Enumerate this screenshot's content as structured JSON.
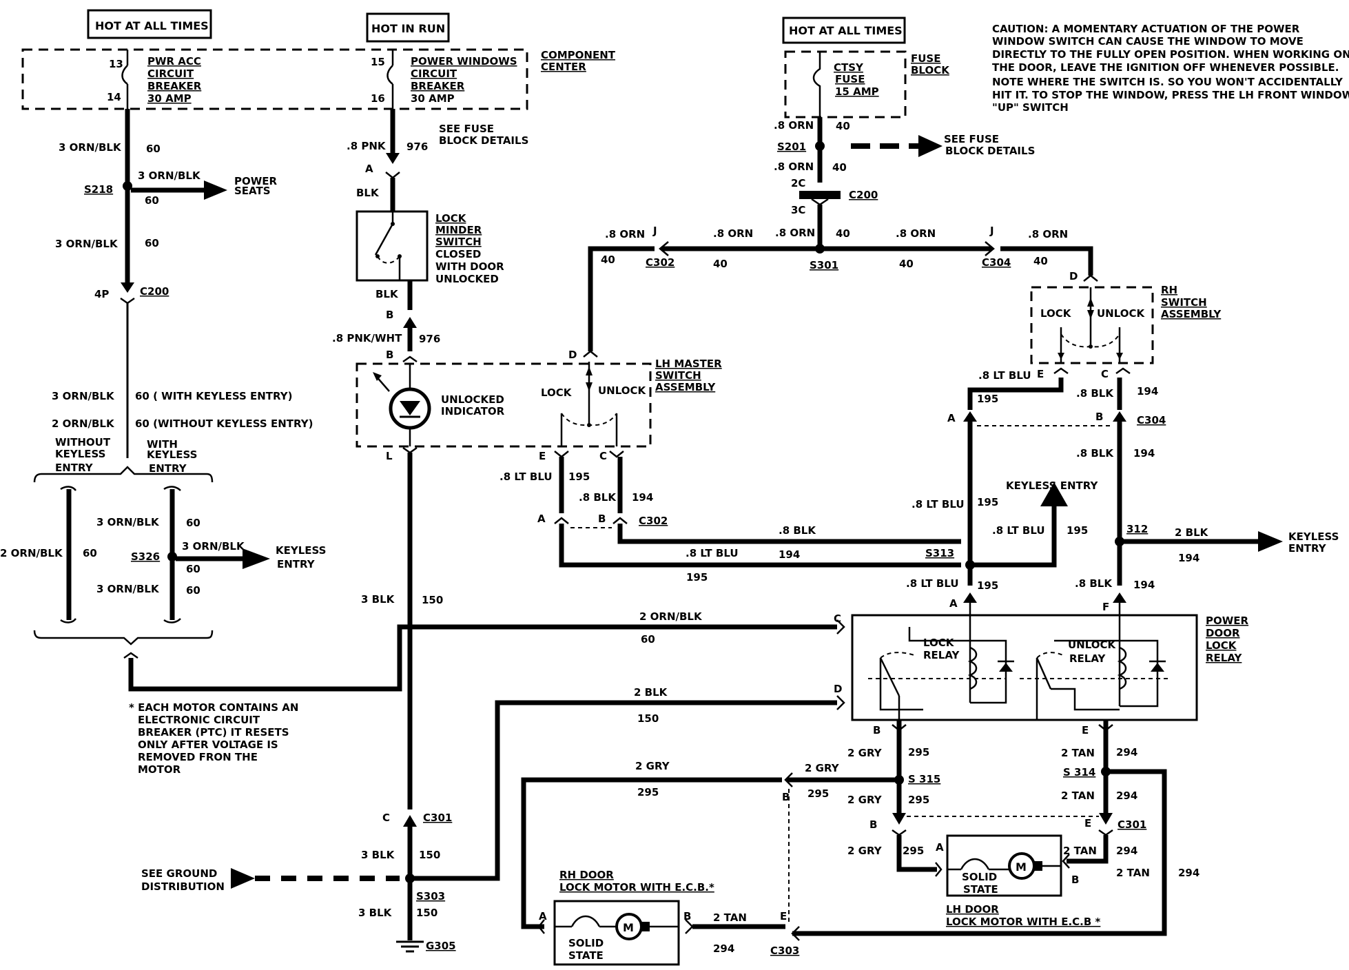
{
  "headers": {
    "hot_all_left": "HOT AT ALL TIMES",
    "hot_run": "HOT IN RUN",
    "hot_all_right": "HOT AT ALL TIMES"
  },
  "caution": [
    "CAUTION:  A MOMENTARY ACTUATION OF THE POWER",
    "WINDOW SWITCH CAN CAUSE THE WINDOW TO MOVE",
    "DIRECTLY TO THE FULLY OPEN POSITION. WHEN WORKING ON",
    "THE DOOR, LEAVE THE IGNITION OFF WHENEVER POSSIBLE.",
    "NOTE WHERE THE SWITCH IS. SO YOU WON'T ACCIDENTALLY",
    "HIT IT. TO STOP THE WINDOW, PRESS THE LH FRONT WINDOW",
    "\"UP\" SWITCH"
  ],
  "note": [
    "* EACH MOTOR CONTAINS AN",
    "ELECTRONIC CIRCUIT",
    "BREAKER (PTC) IT RESETS",
    "ONLY AFTER VOLTAGE IS",
    "REMOVED FRON THE",
    "MOTOR"
  ],
  "components": {
    "component_center": [
      "COMPONENT",
      "CENTER"
    ],
    "pwr_acc_breaker": [
      "PWR ACC",
      "CIRCUIT",
      "BREAKER",
      "30 AMP"
    ],
    "power_windows_breaker": [
      "POWER WINDOWS",
      "CIRCUIT",
      "BREAKER",
      "30 AMP"
    ],
    "fuse_block": [
      "FUSE",
      "BLOCK"
    ],
    "ctsy_fuse": [
      "CTSY",
      "FUSE",
      "15 AMP"
    ],
    "lock_minder": [
      "LOCK",
      "MINDER",
      "SWITCH",
      "CLOSED",
      "WITH DOOR",
      "UNLOCKED"
    ],
    "unlocked_indicator": [
      "UNLOCKED",
      "INDICATOR"
    ],
    "lh_master": [
      "LH MASTER",
      "SWITCH",
      "ASSEMBLY"
    ],
    "rh_switch": [
      "RH",
      "SWITCH",
      "ASSEMBLY"
    ],
    "power_door_lock_relay": [
      "POWER",
      "DOOR",
      "LOCK",
      "RELAY"
    ],
    "lock_relay": [
      "LOCK",
      "RELAY"
    ],
    "unlock_relay": [
      "UNLOCK",
      "RELAY"
    ],
    "rh_door_motor": [
      "RH DOOR",
      "LOCK MOTOR WITH E.C.B.*"
    ],
    "lh_door_motor": [
      "LH DOOR",
      "LOCK MOTOR WITH E.C.B *"
    ],
    "solid_state": [
      "SOLID",
      "STATE"
    ],
    "motor_symbol": "M",
    "lock": "LOCK",
    "unlock": "UNLOCK"
  },
  "destinations": {
    "power_seats": [
      "POWER",
      "SEATS"
    ],
    "see_fuse_left": [
      "SEE FUSE",
      "BLOCK DETAILS"
    ],
    "see_fuse_right": [
      "SEE FUSE",
      "BLOCK DETAILS"
    ],
    "keyless_entry": [
      "KEYLESS",
      "ENTRY"
    ],
    "keyless_entry_up": "KEYLESS ENTRY",
    "keyless_entry_right": [
      "KEYLESS",
      "ENTRY"
    ],
    "see_ground": [
      "SEE GROUND",
      "DISTRIBUTION"
    ],
    "without_keyless": [
      "WITHOUT",
      "KEYLESS",
      "ENTRY"
    ],
    "with_keyless": [
      "WITH",
      "KEYLESS",
      "ENTRY"
    ]
  },
  "connectors": {
    "c200": "C200",
    "c301": "C301",
    "c302": "C302",
    "c303": "C303",
    "c304": "C304",
    "s218": "S218",
    "s201": "S201",
    "s301": "S301",
    "s313": "S313",
    "s312": "312",
    "s314": "S 314",
    "s315": "S 315",
    "s326": "S326",
    "s303": "S303",
    "g305": "G305"
  },
  "labels": {
    "orn_blk_3": "3 ORN/BLK",
    "orn_blk_2": "2 ORN/BLK",
    "n60": "60",
    "w60_keyless": "60 ( WITH KEYLESS ENTRY)",
    "w60_nokeyless": "60 (WITHOUT KEYLESS ENTRY)",
    "pnk": ".8 PNK",
    "n976": "976",
    "blk": "BLK",
    "pnk_wht": ".8 PNK/WHT",
    "orn": ".8 ORN",
    "n40": "40",
    "lt_blu": ".8 LT BLU",
    "n195": "195",
    "blk8": ".8 BLK",
    "n194": "194",
    "blk2": "2 BLK",
    "blk3": "3 BLK",
    "n150": "150",
    "gry2": "2 GRY",
    "n295": "295",
    "tan2": "2 TAN",
    "n294": "294",
    "p13": "13",
    "p14": "14",
    "p15": "15",
    "p16": "16",
    "p4": "4P",
    "pa": "A",
    "pb": "B",
    "pc": "C",
    "pd": "D",
    "pe": "E",
    "pf": "F",
    "pj": "J",
    "pl": "L",
    "p2c": "2C",
    "p3c": "3C"
  }
}
